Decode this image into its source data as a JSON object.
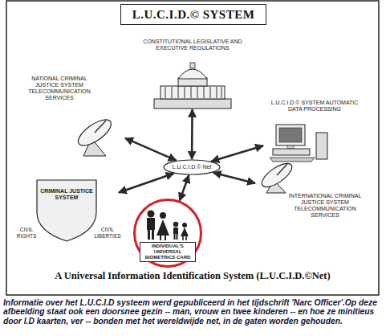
{
  "diagram": {
    "title": "L.U.C.I.D.© SYSTEM",
    "caption": "Informatie over het L.U.C.I.D systeem werd gepubliceerd in het tijdschrift 'Narc Officer'.Op deze afbeelding staat ook een doorsnee gezin -- man, vrouw en twee kinderen -- en hoe ze minitieus door I.D kaarten, ver -- bonden met het wereldwijde net, in de gaten worden gehouden.",
    "nodes": [
      {
        "text": [
          "CONSTITUTIONAL LEGISLATIVE AND EXECUTIVE REGULATIONS"
        ]
      },
      {
        "text": [
          "NATIONAL CRIMINAL JUSTICE SYSTEM TELECOMMUNICATION SERVICES"
        ]
      },
      {
        "text": [
          "L.U.C.I.D.© SYSTEM AUTOMATIC DATA PROCESSING"
        ]
      },
      {
        "text": [
          "L.U.C.I.D.© Net"
        ]
      },
      {
        "text": [
          "CRIMINAL JUSTICE SYSTEM",
          "CIVIL RIGHTS",
          "CIVIL LIBERTIES"
        ]
      },
      {
        "text": [
          "INDIVIDUAL'S UNIVERSAL BIOMETRICS CARD"
        ]
      },
      {
        "text": [
          "INTERNATIONAL CRIMINAL JUSTICE SYSTEM TELECOMMUNICATION SERVICES"
        ]
      }
    ],
    "edges": [
      {
        "from": 3,
        "to": 0,
        "arrow": "both"
      },
      {
        "from": 3,
        "to": 1,
        "arrow": "both"
      },
      {
        "from": 3,
        "to": 2,
        "arrow": "both"
      },
      {
        "from": 3,
        "to": 4,
        "arrow": "both"
      },
      {
        "from": 3,
        "to": 5,
        "arrow": "both"
      },
      {
        "from": 3,
        "to": 6,
        "arrow": "both"
      }
    ],
    "labels": [
      "A Universal Information Identification System (L.U.C.I.D.©Net)"
    ]
  }
}
